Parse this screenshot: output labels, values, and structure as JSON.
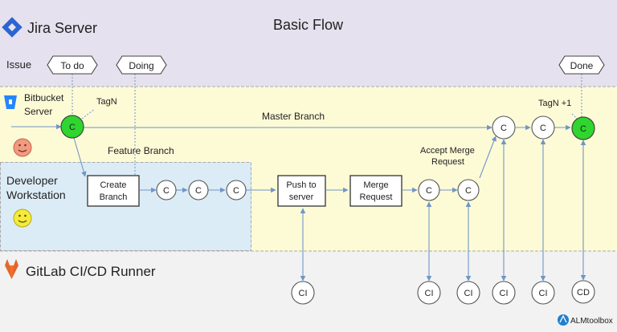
{
  "title": "Basic Flow",
  "lanes": {
    "jira": "Jira Server",
    "issue": "Issue",
    "bitbucket_line1": "Bitbucket",
    "bitbucket_line2": "Server",
    "dev_line1": "Developer",
    "dev_line2": "Workstation",
    "gitlab": "GitLab CI/CD Runner"
  },
  "issue_states": {
    "todo": "To do",
    "doing": "Doing",
    "done": "Done"
  },
  "branches": {
    "master": "Master Branch",
    "feature": "Feature Branch"
  },
  "tags": {
    "tag_n": "TagN",
    "tag_n1": "TagN +1"
  },
  "steps": {
    "create_line1": "Create",
    "create_line2": "Branch",
    "push_line1": "Push to",
    "push_line2": "server",
    "merge_line1": "Merge",
    "merge_line2": "Request",
    "accept_line1": "Accept Merge",
    "accept_line2": "Request"
  },
  "nodes": {
    "commit": "C",
    "ci": "CI",
    "cd": "CD"
  },
  "brand": "ALMtoolbox",
  "colors": {
    "jira_lane": "#e6e1ee",
    "bitbucket_lane": "#fdfbd6",
    "dev_lane": "#dcecf6",
    "gitlab_lane": "#f2f2f2",
    "flow_line": "#6f96c6",
    "commit_green": "#2ed62e",
    "jira_blue": "#2b64d3",
    "gitlab_orange": "#e2672b"
  }
}
